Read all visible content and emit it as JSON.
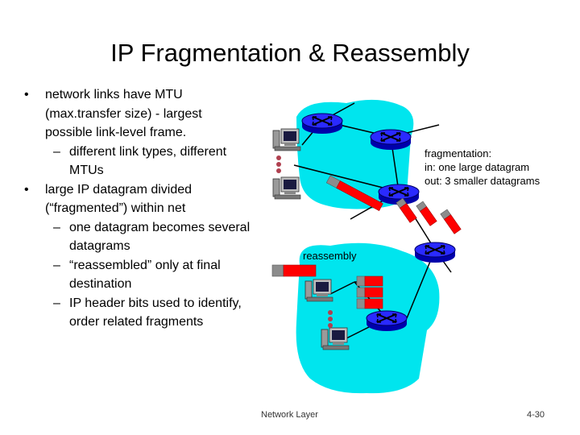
{
  "slide": {
    "title": "IP Fragmentation & Reassembly",
    "bullets": [
      {
        "text_lines": [
          "network links have MTU",
          "(max.transfer size) - largest",
          "possible link-level frame."
        ],
        "subs": [
          {
            "lines": [
              "different link types, different",
              "MTUs"
            ]
          }
        ]
      },
      {
        "text_lines": [
          "large IP datagram divided",
          "(“fragmented”) within net"
        ],
        "subs": [
          {
            "lines": [
              "one datagram becomes several",
              "datagrams"
            ]
          },
          {
            "lines": [
              "“reassembled” only at final",
              "destination"
            ]
          },
          {
            "lines": [
              "IP header bits used to identify,",
              "order related fragments"
            ]
          }
        ]
      }
    ],
    "bullet_glyph": "•",
    "dash_glyph": "–"
  },
  "diagram": {
    "fragmentation_label": {
      "line1": "fragmentation:",
      "line2": "in: one large datagram",
      "line3": "out: 3 smaller datagrams"
    },
    "reassembly_label": "reassembly",
    "colors": {
      "cloud": "#00e5ee",
      "router": "#1a1aff",
      "datagram": "#ff0000",
      "header": "#8c8c8c",
      "line": "#000000"
    },
    "icons": [
      "router-icon",
      "host-computer-icon",
      "datagram-packet-icon"
    ]
  },
  "footer": {
    "center": "Network Layer",
    "right": "4-30"
  }
}
